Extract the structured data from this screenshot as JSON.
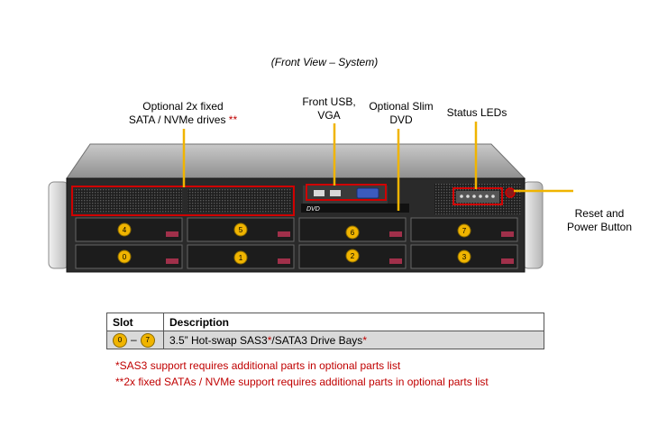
{
  "caption": "(Front View – System)",
  "labels": {
    "fixed_drives_line1": "Optional 2x fixed",
    "fixed_drives_line2": "SATA / NVMe drives",
    "fixed_drives_mark": "**",
    "usb_vga_line1": "Front USB,",
    "usb_vga_line2": "VGA",
    "dvd_line1": "Optional Slim",
    "dvd_line2": "DVD",
    "status_leds": "Status LEDs",
    "reset_line1": "Reset and",
    "reset_line2": "Power Button"
  },
  "chassis": {
    "dvd_logo": "DVD",
    "bay_numbers_top": [
      "4",
      "5",
      "6",
      "7"
    ],
    "bay_numbers_bottom": [
      "0",
      "1",
      "2",
      "3"
    ]
  },
  "table": {
    "headers": [
      "Slot",
      "Description"
    ],
    "row": {
      "slot_start": "0",
      "slot_dash": "–",
      "slot_end": "7",
      "desc_a": "3.5” Hot-swap  SAS3",
      "desc_mark1": "*",
      "desc_b": "/SATA3 Drive Bays",
      "desc_mark2": "*"
    }
  },
  "notes": [
    "*SAS3 support requires additional parts in optional parts list",
    "**2x fixed SATAs / NVMe support requires additional parts in optional parts list"
  ],
  "colors": {
    "callout_line": "#f0b400",
    "highlight_box": "#d00000",
    "bay_badge": "#f0b400",
    "table_row": "#d9d9d9",
    "note_text": "#c00000"
  }
}
